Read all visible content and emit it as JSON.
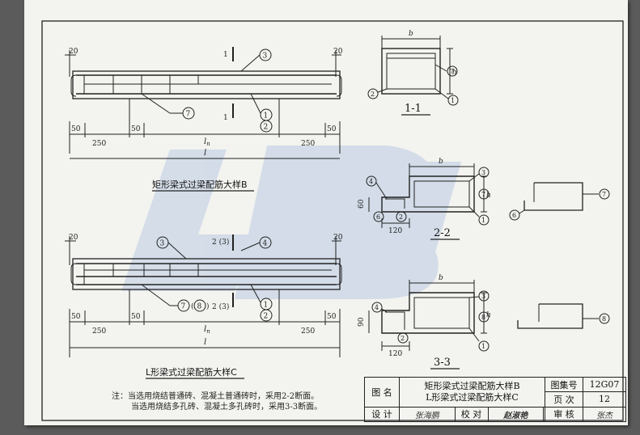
{
  "drawing": {
    "beam_b": {
      "title": "矩形梁式过梁配筋大样B",
      "marks": {
        "m3": "3",
        "m7": "7",
        "m1": "1",
        "m2": "2"
      },
      "section_mark": "1",
      "dims": {
        "top_left": "20",
        "top_right": "20",
        "s50a": "50",
        "s50b": "50",
        "s50c": "50",
        "left": "250",
        "right": "250",
        "ln": "l",
        "ln_sub": "n",
        "l": "l"
      }
    },
    "beam_c": {
      "title": "L形梁式过梁配筋大样C",
      "marks": {
        "m3": "3",
        "m4": "4",
        "m7": "7",
        "m8": "8",
        "m1": "1",
        "m2": "2"
      },
      "section_mark": "2 (3)",
      "dims": {
        "top_left": "20",
        "top_right": "20",
        "s50a": "50",
        "s50b": "50",
        "s50c": "50",
        "left": "250",
        "right": "250",
        "ln": "l",
        "ln_sub": "n",
        "l": "l"
      }
    },
    "section_1": {
      "label": "1-1",
      "b": "b",
      "h": "h",
      "marks": [
        "7",
        "2",
        "1"
      ]
    },
    "section_2": {
      "label": "2-2",
      "b": "b",
      "h": "h",
      "d60": "60",
      "d120": "120",
      "marks": [
        "4",
        "3",
        "7",
        "6",
        "2",
        "1"
      ],
      "detail_marks": [
        "7",
        "6"
      ]
    },
    "section_3": {
      "label": "3-3",
      "b": "b",
      "h": "h",
      "d90": "90",
      "d120": "120",
      "marks": [
        "4",
        "3",
        "8",
        "2",
        "1"
      ],
      "detail_marks": [
        "8"
      ]
    }
  },
  "notes": {
    "prefix": "注：",
    "line1": "当选用烧结普通砖、混凝土普通砖时，采用2-2断面。",
    "line2": "当选用烧结多孔砖、混凝土多孔砖时，采用3-3断面。"
  },
  "titleblock": {
    "name_label": "图 名",
    "name_line1": "矩形梁式过梁配筋大样B",
    "name_line2": "L形梁式过梁配筋大样C",
    "atlas_label": "图集号",
    "atlas_value": "12G07",
    "page_label": "页 次",
    "page_value": "12",
    "design_label": "设 计",
    "design_sig": "张海鹏",
    "check_label": "校 对",
    "check_sig": "赵淑艳",
    "review_label": "审 核",
    "review_sig": "张杰"
  }
}
